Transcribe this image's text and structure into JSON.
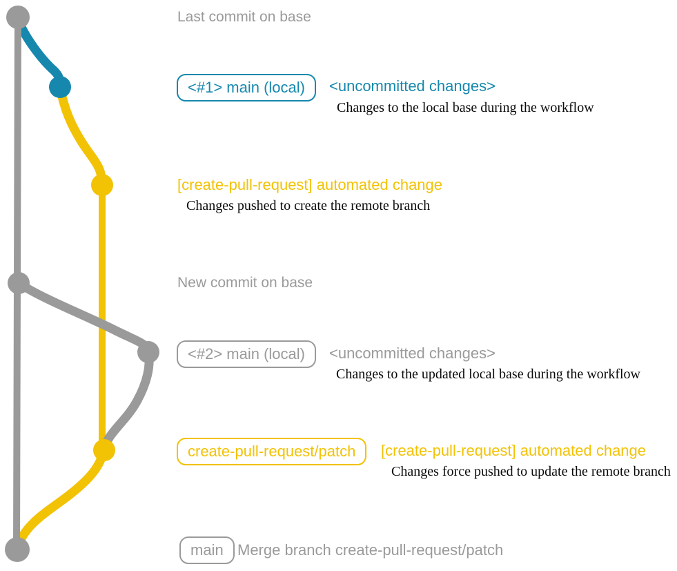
{
  "colors": {
    "teal": "#1688ad",
    "yellow": "#f2c204",
    "gray": "#9a9a9a",
    "description_text": "#0a0a0a",
    "background": "#ffffff"
  },
  "graph": {
    "branches": {
      "base": "gray base branch line with commit dots",
      "local_main": "teal local main branch segment",
      "patch": "yellow create-pull-request/patch branch"
    }
  },
  "annotations": {
    "last_commit": "Last commit on base",
    "new_commit": "New commit on base",
    "row1": {
      "branch_label": "<#1> main (local)",
      "status": "<uncommitted changes>",
      "description": "Changes to the local base during the workflow"
    },
    "row2": {
      "commit_label": "[create-pull-request] automated change",
      "description": "Changes pushed to create the remote branch"
    },
    "row3": {
      "branch_label": "<#2> main (local)",
      "status": "<uncommitted changes>",
      "description": "Changes to the updated local base during the workflow"
    },
    "row4": {
      "branch_label": "create-pull-request/patch",
      "commit_label": "[create-pull-request] automated change",
      "description": "Changes force pushed to update the remote branch"
    },
    "row5": {
      "branch_label": "main",
      "commit_label": "Merge branch create-pull-request/patch"
    }
  }
}
